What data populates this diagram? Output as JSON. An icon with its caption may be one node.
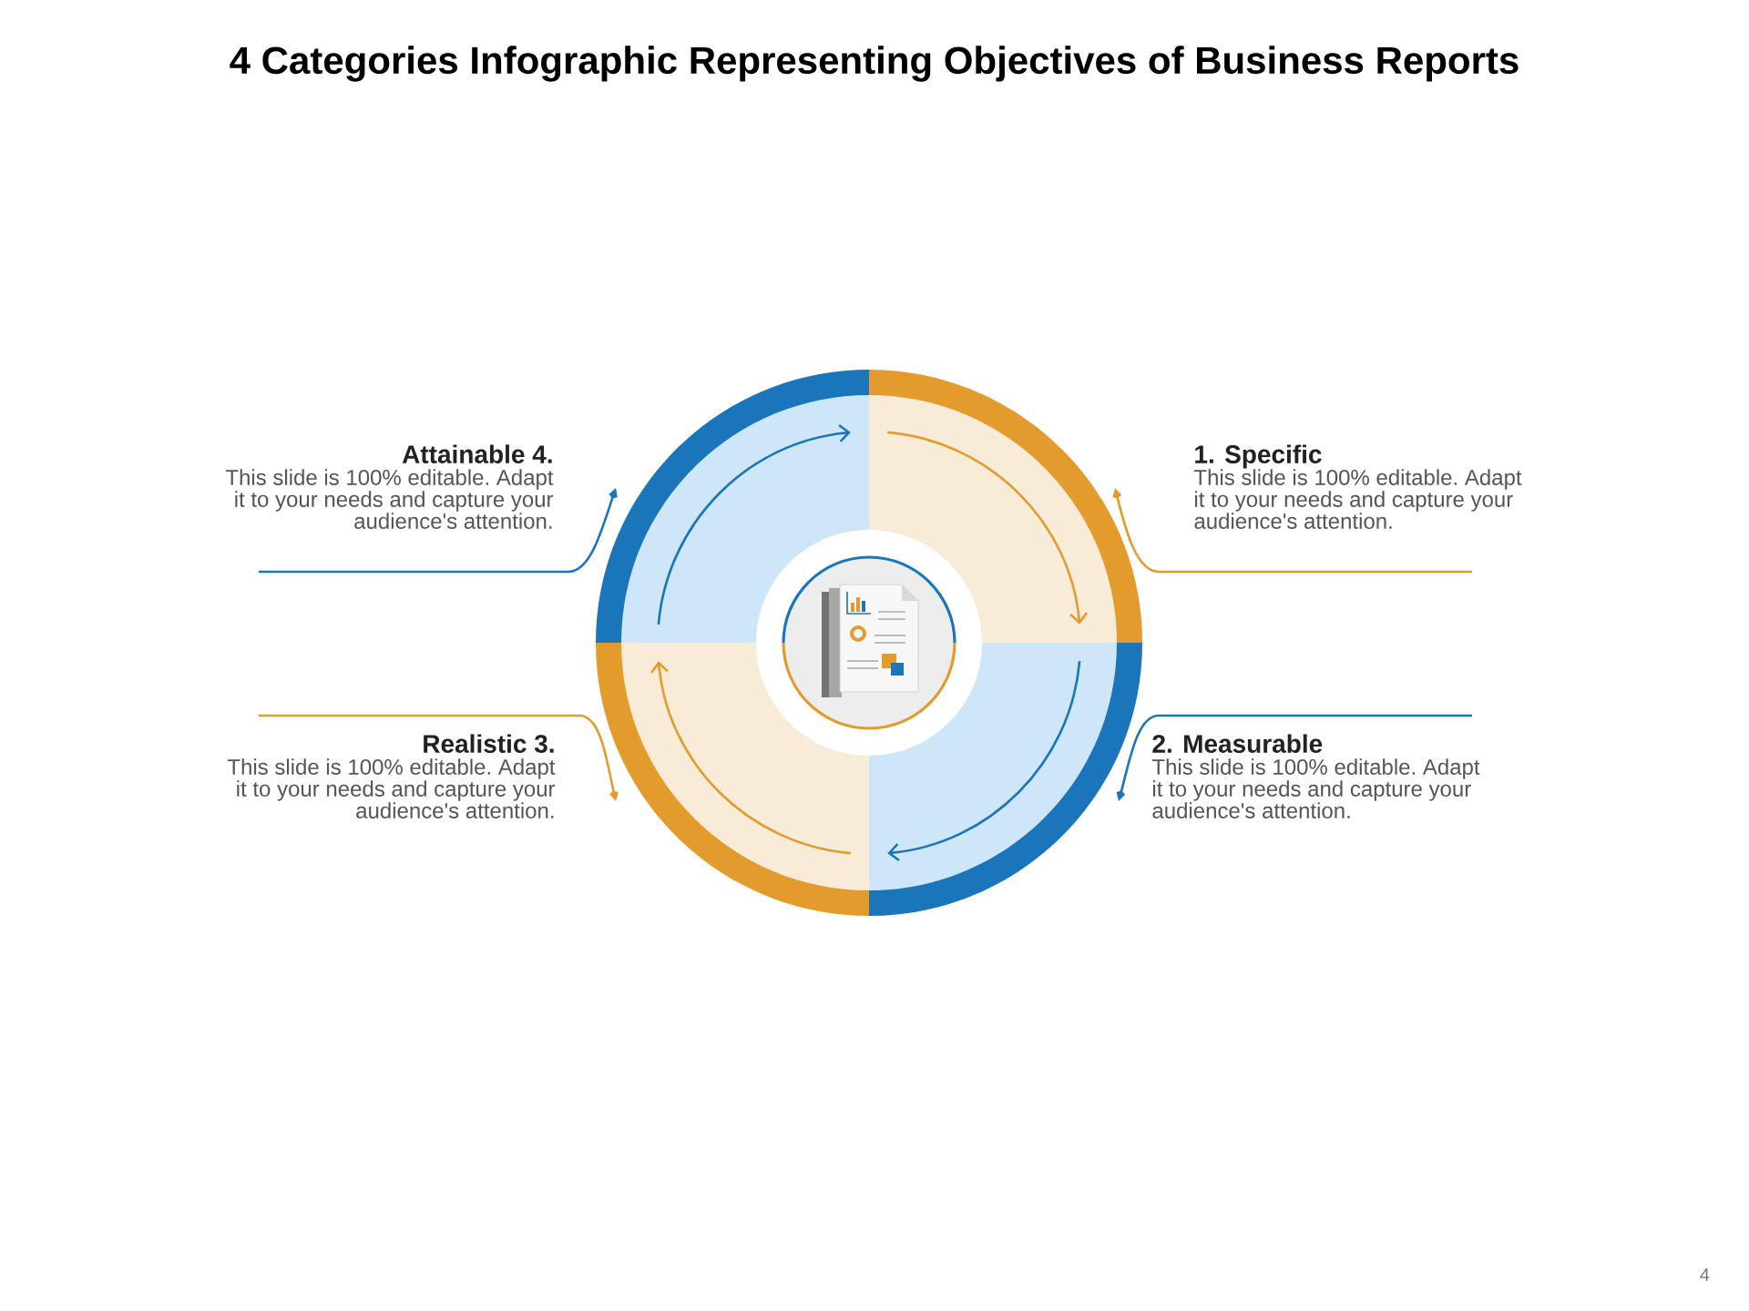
{
  "diagram": {
    "title": "4 Categories Infographic Representing Objectives of Business Reports",
    "nodes": [
      {
        "text": [
          "Attainable 4.",
          "This slide is 100% editable. Adapt it to your needs and capture your audience's attention."
        ]
      },
      {
        "text": [
          "1. Specific",
          "This slide is 100% editable. Adapt it to your needs and capture your audience's attention."
        ]
      },
      {
        "text": [
          "Realistic 3.",
          "This slide is 100% editable. Adapt it to your needs and capture your audience's attention."
        ]
      },
      {
        "text": [
          "2. Measurable",
          "This slide is 100% editable. Adapt it to your needs and capture your audience's attention."
        ]
      },
      {
        "text": [],
        "shape": "sector"
      },
      {
        "text": [],
        "shape": "sector"
      },
      {
        "text": [],
        "shape": "sector"
      },
      {
        "text": [],
        "shape": "sector"
      }
    ],
    "edges": [
      {
        "from": 0,
        "to": 4,
        "arrow": "to",
        "color": "#1b75bb"
      },
      {
        "from": 1,
        "to": 5,
        "arrow": "to",
        "color": "#e39b2c"
      },
      {
        "from": 2,
        "to": 6,
        "arrow": "to",
        "color": "#e39b2c"
      },
      {
        "from": 3,
        "to": 7,
        "arrow": "to",
        "color": "#1b75bb"
      }
    ],
    "labels": [
      "4"
    ]
  }
}
